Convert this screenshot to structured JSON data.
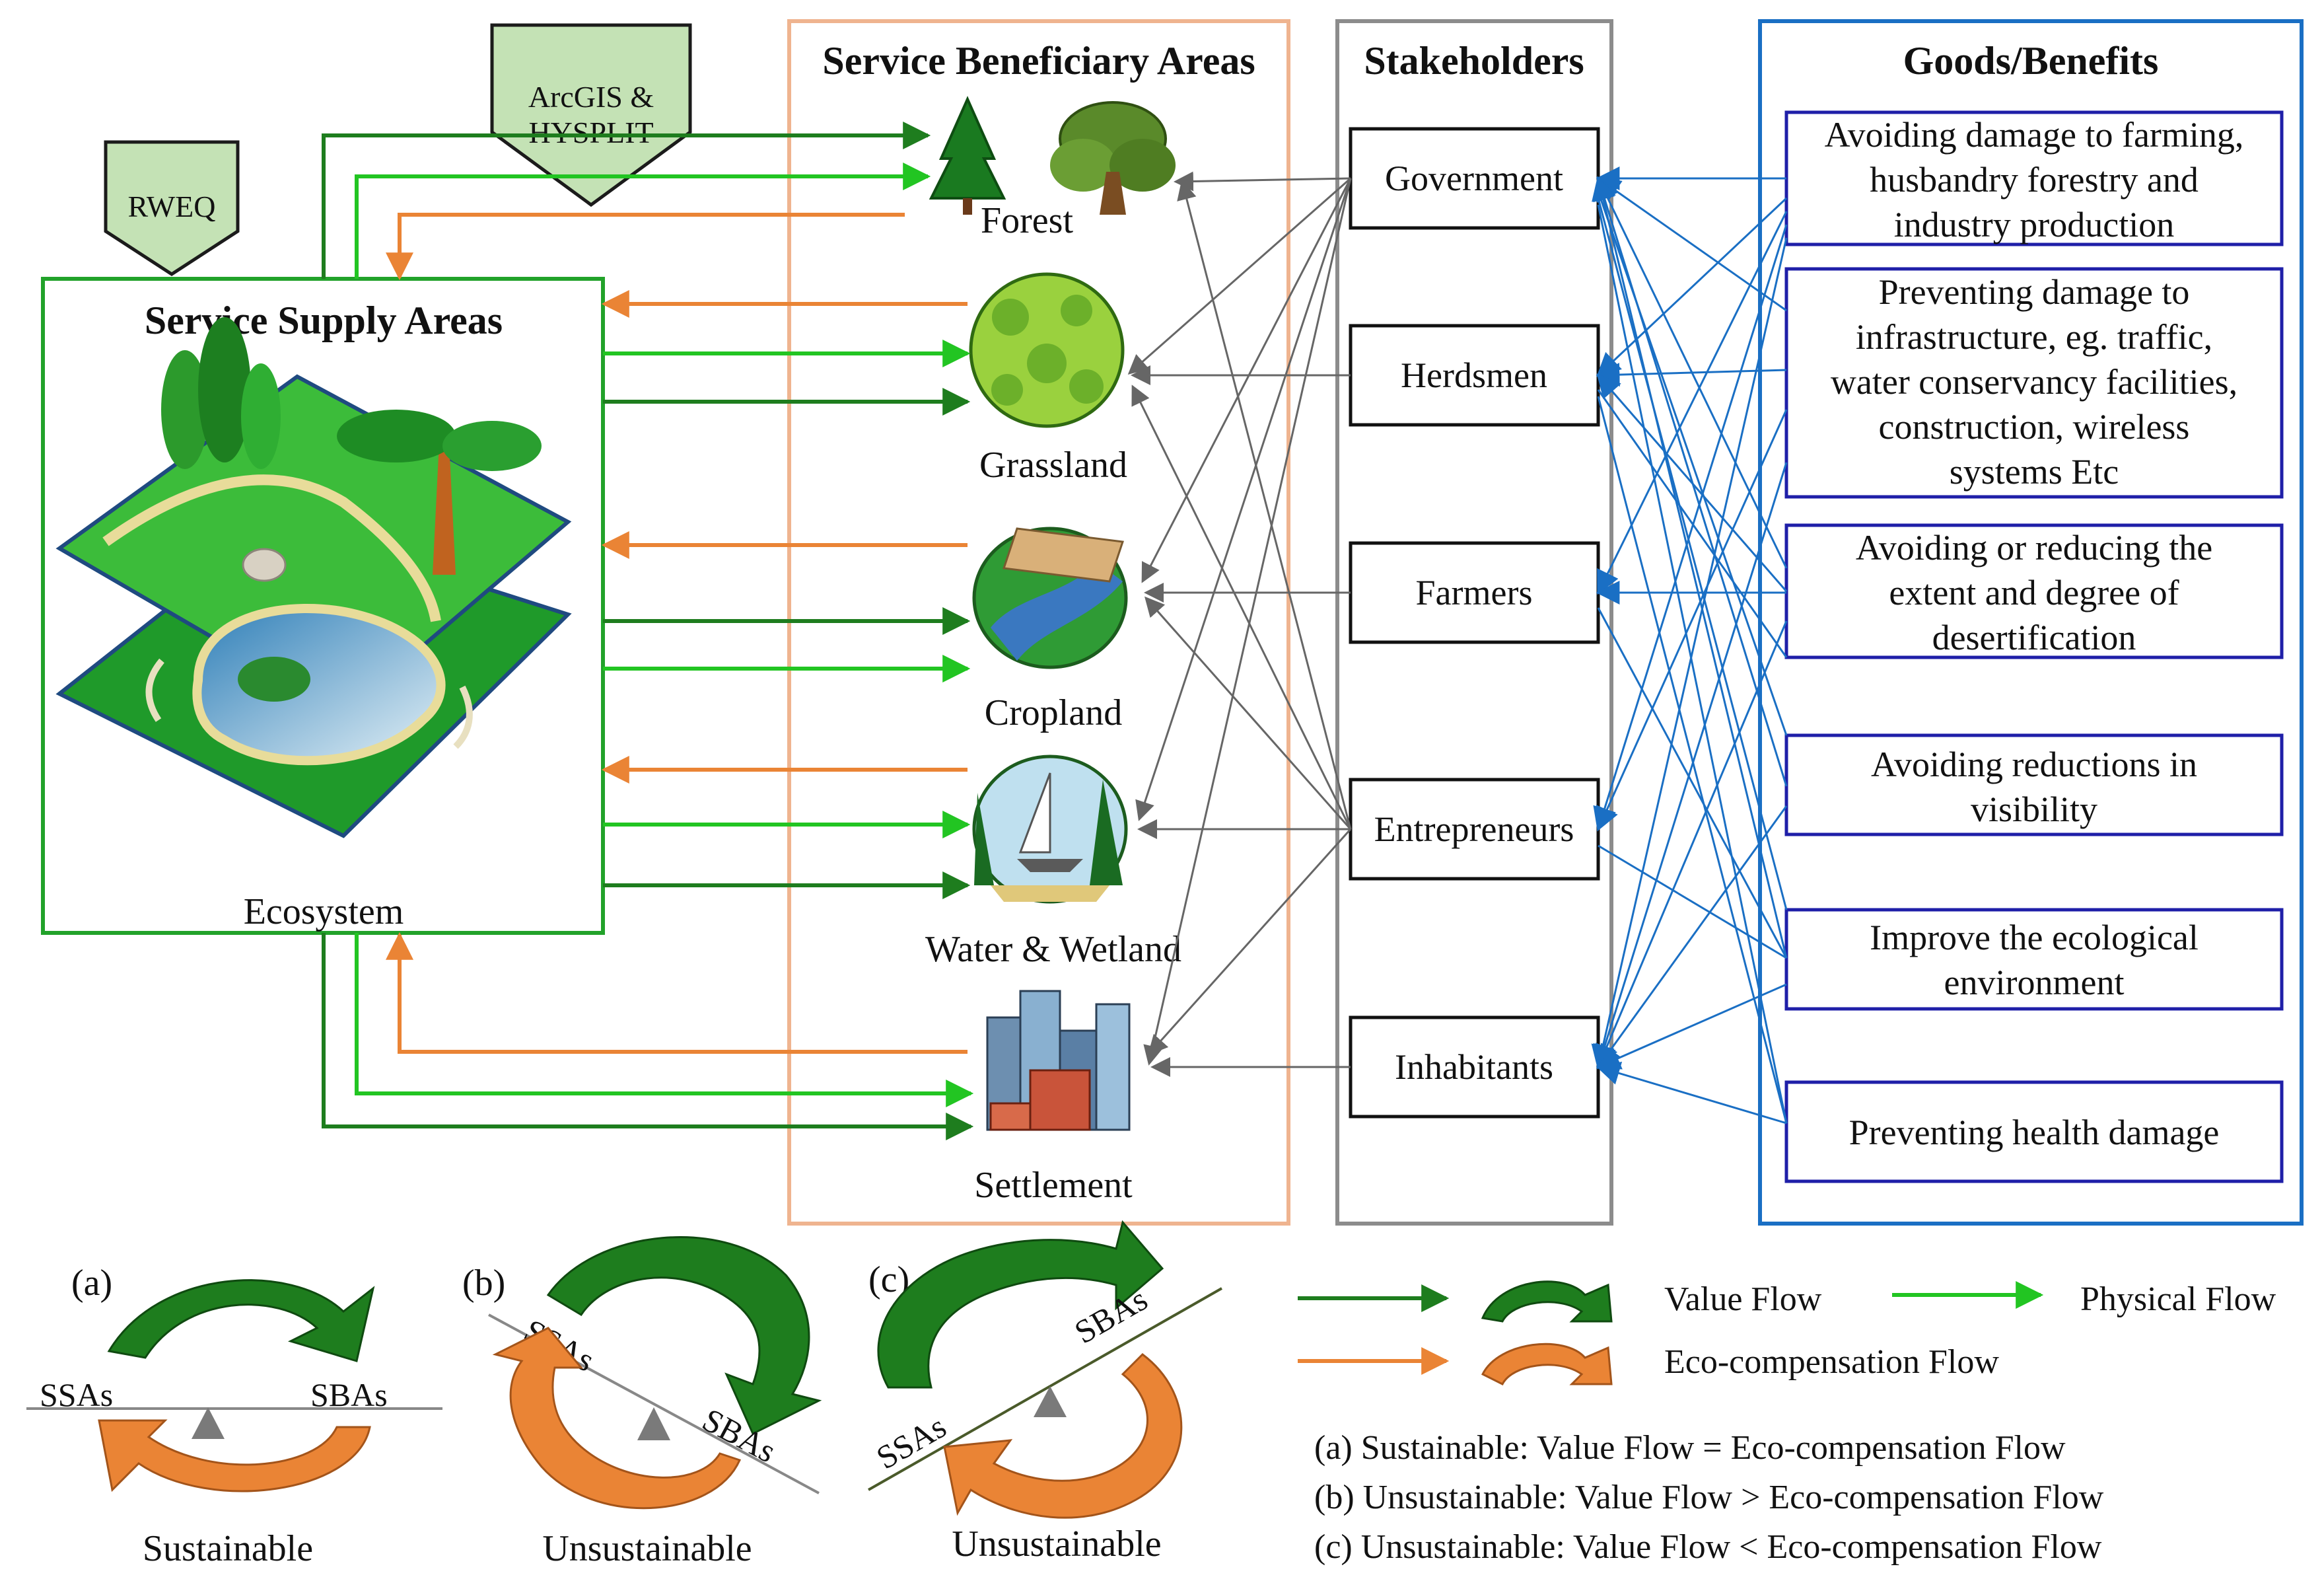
{
  "colors": {
    "value_flow": "#1e7d1e",
    "physical_flow": "#22c522",
    "eco_compensation_flow": "#ea8435",
    "stakeholder_link": "#666666",
    "benefit_link": "#1a6fc4",
    "supply_border": "#22a22a",
    "beneficiary_border": "#efb48f",
    "stakeholder_border": "#8c8c8c",
    "goods_border": "#1a6fc4",
    "tag_fill": "#c4e2b5"
  },
  "tools": {
    "rweq": "RWEQ",
    "arcgis_line1": "ArcGIS &",
    "arcgis_line2": "HYSPLIT"
  },
  "supply": {
    "title": "Service Supply Areas",
    "ecosystem_label": "Ecosystem"
  },
  "beneficiary": {
    "title": "Service Beneficiary Areas",
    "areas": [
      {
        "label": "Forest"
      },
      {
        "label": "Grassland"
      },
      {
        "label": "Cropland"
      },
      {
        "label": "Water & Wetland"
      },
      {
        "label": "Settlement"
      }
    ]
  },
  "stakeholders": {
    "title": "Stakeholders",
    "items": [
      "Government",
      "Herdsmen",
      "Farmers",
      "Entrepreneurs",
      "Inhabitants"
    ]
  },
  "goods": {
    "title": "Goods/Benefits",
    "items": [
      {
        "lines": [
          "Avoiding damage to farming,",
          "husbandry forestry and",
          "industry production"
        ]
      },
      {
        "lines": [
          "Preventing damage to",
          "infrastructure, eg. traffic,",
          "water conservancy facilities,",
          "construction, wireless",
          "systems Etc"
        ]
      },
      {
        "lines": [
          "Avoiding or reducing the",
          "extent and degree of",
          "desertification"
        ]
      },
      {
        "lines": [
          "Avoiding reductions in",
          "visibility"
        ]
      },
      {
        "lines": [
          "Improve the ecological",
          "environment"
        ]
      },
      {
        "lines": [
          "Preventing health damage"
        ]
      }
    ]
  },
  "scenarios": [
    {
      "tag": "(a)",
      "left": "SSAs",
      "right": "SBAs",
      "caption": "Sustainable"
    },
    {
      "tag": "(b)",
      "left": "SSAs",
      "right": "SBAs",
      "caption": "Unsustainable"
    },
    {
      "tag": "(c)",
      "left": "SSAs",
      "right": "SBAs",
      "caption": "Unsustainable"
    }
  ],
  "legend": {
    "value_flow": "Value Flow",
    "physical_flow": "Physical Flow",
    "eco_compensation_flow": "Eco-compensation Flow",
    "notes": [
      "(a) Sustainable: Value Flow = Eco-compensation Flow",
      "(b) Unsustainable: Value Flow > Eco-compensation Flow",
      "(c) Unsustainable: Value Flow < Eco-compensation Flow"
    ]
  },
  "icons": {
    "forest": "pine-and-oak-tree-icon",
    "grassland": "bush-icon",
    "cropland": "river-valley-icon",
    "water": "lake-sailboat-icon",
    "settlement": "city-buildings-icon",
    "ecosystem": "landscape-layers-icon"
  }
}
